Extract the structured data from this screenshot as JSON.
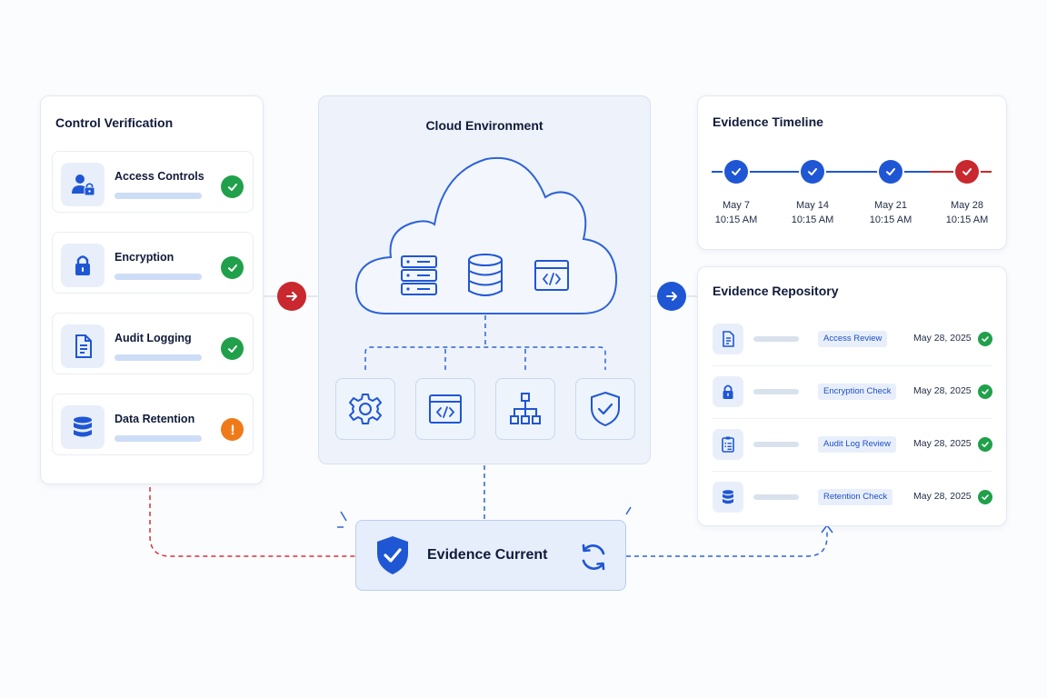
{
  "control_verification": {
    "title": "Control Verification",
    "items": [
      {
        "label": "Access Controls",
        "icon": "user-lock-icon",
        "status": "pass"
      },
      {
        "label": "Encryption",
        "icon": "lock-icon",
        "status": "pass"
      },
      {
        "label": "Audit Logging",
        "icon": "document-icon",
        "status": "pass"
      },
      {
        "label": "Data Retention",
        "icon": "database-icon",
        "status": "warning"
      }
    ]
  },
  "cloud": {
    "title": "Cloud Environment",
    "resources": [
      "server-icon",
      "database-icon",
      "code-box-icon"
    ],
    "services": [
      "gear-icon",
      "code-window-icon",
      "hierarchy-icon",
      "shield-check-icon"
    ]
  },
  "timeline": {
    "title": "Evidence Timeline",
    "points": [
      {
        "date": "May 7",
        "time": "10:15 AM",
        "status": "pass"
      },
      {
        "date": "May 14",
        "time": "10:15 AM",
        "status": "pass"
      },
      {
        "date": "May 21",
        "time": "10:15 AM",
        "status": "pass"
      },
      {
        "date": "May 28",
        "time": "10:15 AM",
        "status": "fail"
      }
    ]
  },
  "repository": {
    "title": "Evidence Repository",
    "items": [
      {
        "tag": "Access Review",
        "date": "May 28, 2025",
        "icon": "document-icon"
      },
      {
        "tag": "Encryption Check",
        "date": "May 28, 2025",
        "icon": "lock-icon"
      },
      {
        "tag": "Audit Log Review",
        "date": "May 28, 2025",
        "icon": "clipboard-icon"
      },
      {
        "tag": "Retention Check",
        "date": "May 28, 2025",
        "icon": "database-icon"
      }
    ]
  },
  "status_box": {
    "label": "Evidence Current",
    "icon": "shield-check-icon",
    "sync_icon": "sync-icon"
  },
  "colors": {
    "primary": "#1f56d4",
    "success": "#20a04a",
    "warning": "#f07a1a",
    "danger": "#c8282e"
  }
}
